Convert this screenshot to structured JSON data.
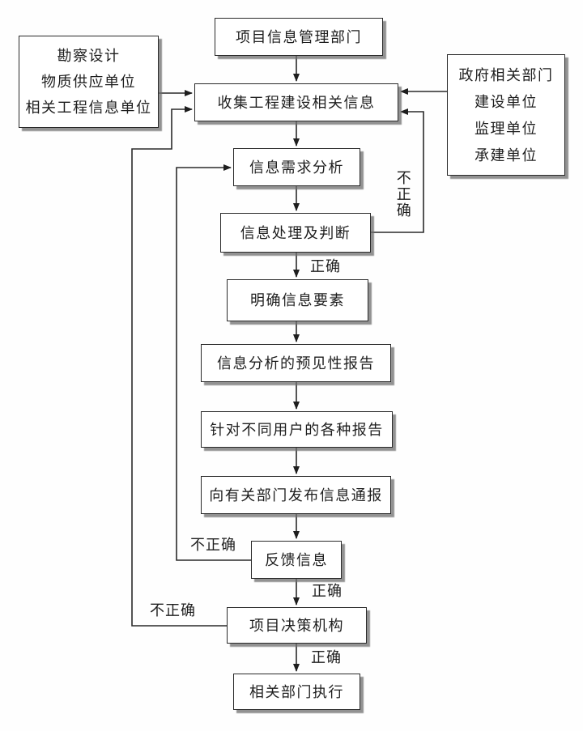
{
  "diagram": {
    "type": "flowchart",
    "language": "zh-CN",
    "nodes": {
      "project_info_dept": {
        "label": "项目信息管理部门"
      },
      "left_sources": {
        "lines": [
          "勘察设计",
          "物质供应单位",
          "相关工程信息单位"
        ]
      },
      "right_sources": {
        "lines": [
          "政府相关部门",
          "建设单位",
          "监理单位",
          "承建单位"
        ]
      },
      "collect": {
        "label": "收集工程建设相关信息"
      },
      "demand_analysis": {
        "label": "信息需求分析"
      },
      "process_judge": {
        "label": "信息处理及判断"
      },
      "clarify_elements": {
        "label": "明确信息要素"
      },
      "forecast_report": {
        "label": "信息分析的预见性报告"
      },
      "user_reports": {
        "label": "针对不同用户的各种报告"
      },
      "notify_depts": {
        "label": "向有关部门发布信息通报"
      },
      "feedback": {
        "label": "反馈信息"
      },
      "decision_body": {
        "label": "项目决策机构"
      },
      "execute": {
        "label": "相关部门执行"
      }
    },
    "edge_labels": {
      "correct_after_judge": "正确",
      "correct_after_feedback": "正确",
      "correct_after_decision": "正确",
      "incorrect_from_judge": "不正确",
      "incorrect_from_feedback": "不正确",
      "incorrect_from_decision": "不正确"
    },
    "colors": {
      "background": "#fefefe",
      "line": "#2a2a2a",
      "box_fill": "#ffffff",
      "box_shadow": "#6e6e6e",
      "text": "#1e1e1e"
    }
  }
}
